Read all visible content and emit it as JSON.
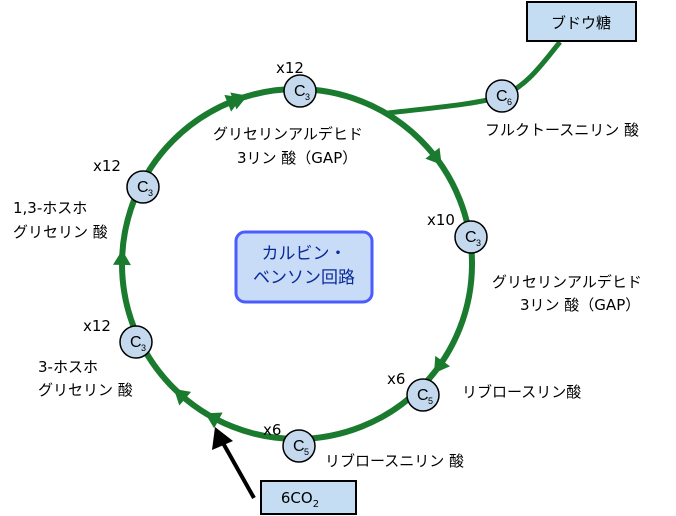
{
  "colors": {
    "cycle": "#1a7a2e",
    "molecule_fill": "#c4d9ee",
    "box_fill": "#c4ddf2",
    "center_fill": "#c9dcf7",
    "center_border": "#4a5cff",
    "center_text": "#0a2a9a"
  },
  "center": {
    "line1": "カルビン・",
    "line2": "ベンソン回路"
  },
  "glucose_box": {
    "label": "ブドウ糖"
  },
  "co2_box": {
    "text": "6CO",
    "sub": "2"
  },
  "molecules": {
    "m_top": {
      "sym": "C",
      "sub": "3",
      "count": "x12"
    },
    "m_right": {
      "sym": "C",
      "sub": "3",
      "count": "x10"
    },
    "m_ru5p": {
      "sym": "C",
      "sub": "5",
      "count": "x6"
    },
    "m_rubp": {
      "sym": "C",
      "sub": "5",
      "count": "x6"
    },
    "m_pga": {
      "sym": "C",
      "sub": "3",
      "count": "x12"
    },
    "m_bpg": {
      "sym": "C",
      "sub": "3",
      "count": "x12"
    },
    "m_f6p": {
      "sym": "C",
      "sub": "6",
      "count": ""
    }
  },
  "labels": {
    "gap_top_1": "グリセリンアルデヒド",
    "gap_top_2": "3リン 酸（GAP）",
    "gap_right_1": "グリセリンアルデヒド",
    "gap_right_2": "3リン 酸（GAP）",
    "ru5p": "リブロースリン酸",
    "rubp": "リブロースニリン 酸",
    "pga_1": "3-ホスホ",
    "pga_2": "グリセリン 酸",
    "bpg_1": "1,3-ホスホ",
    "bpg_2": "グリセリン 酸",
    "f6p": "フルクトースニリン 酸"
  }
}
